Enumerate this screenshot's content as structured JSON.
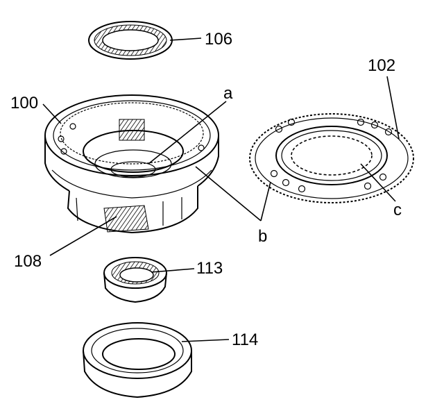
{
  "callouts": {
    "c106": "106",
    "c100": "100",
    "c102": "102",
    "ca": "a",
    "cb": "b",
    "cc": "c",
    "c108": "108",
    "c113": "113",
    "c114": "114"
  }
}
